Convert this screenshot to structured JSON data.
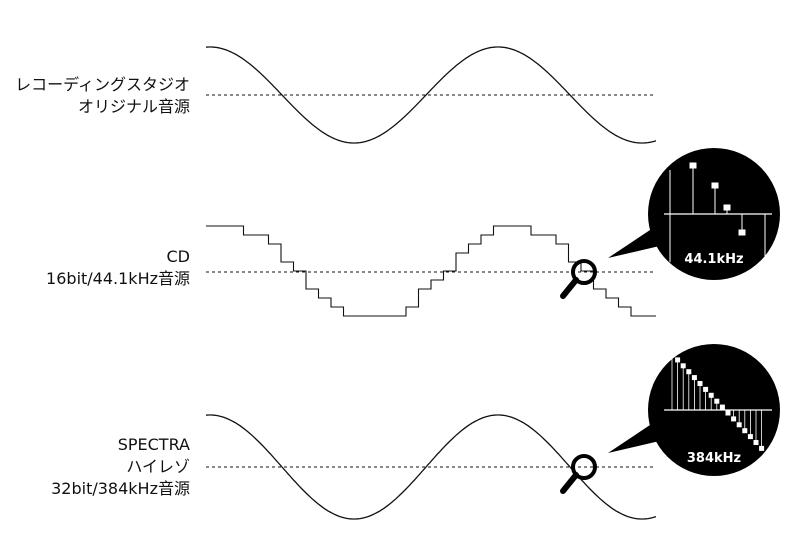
{
  "labels": {
    "original": {
      "line1": "レコーディングスタジオ",
      "line2": "オリジナル音源"
    },
    "cd": {
      "line1": "CD",
      "line2": "16bit/44.1kHz音源"
    },
    "hires": {
      "line1": "SPECTRA",
      "line2": "ハイレゾ",
      "line3": "32bit/384kHz音源"
    }
  },
  "zoom": {
    "cd_rate": "44.1kHz",
    "hires_rate": "384kHz"
  },
  "colors": {
    "line": "#111111",
    "zoom_bg": "#000000",
    "zoom_fg": "#ffffff"
  }
}
